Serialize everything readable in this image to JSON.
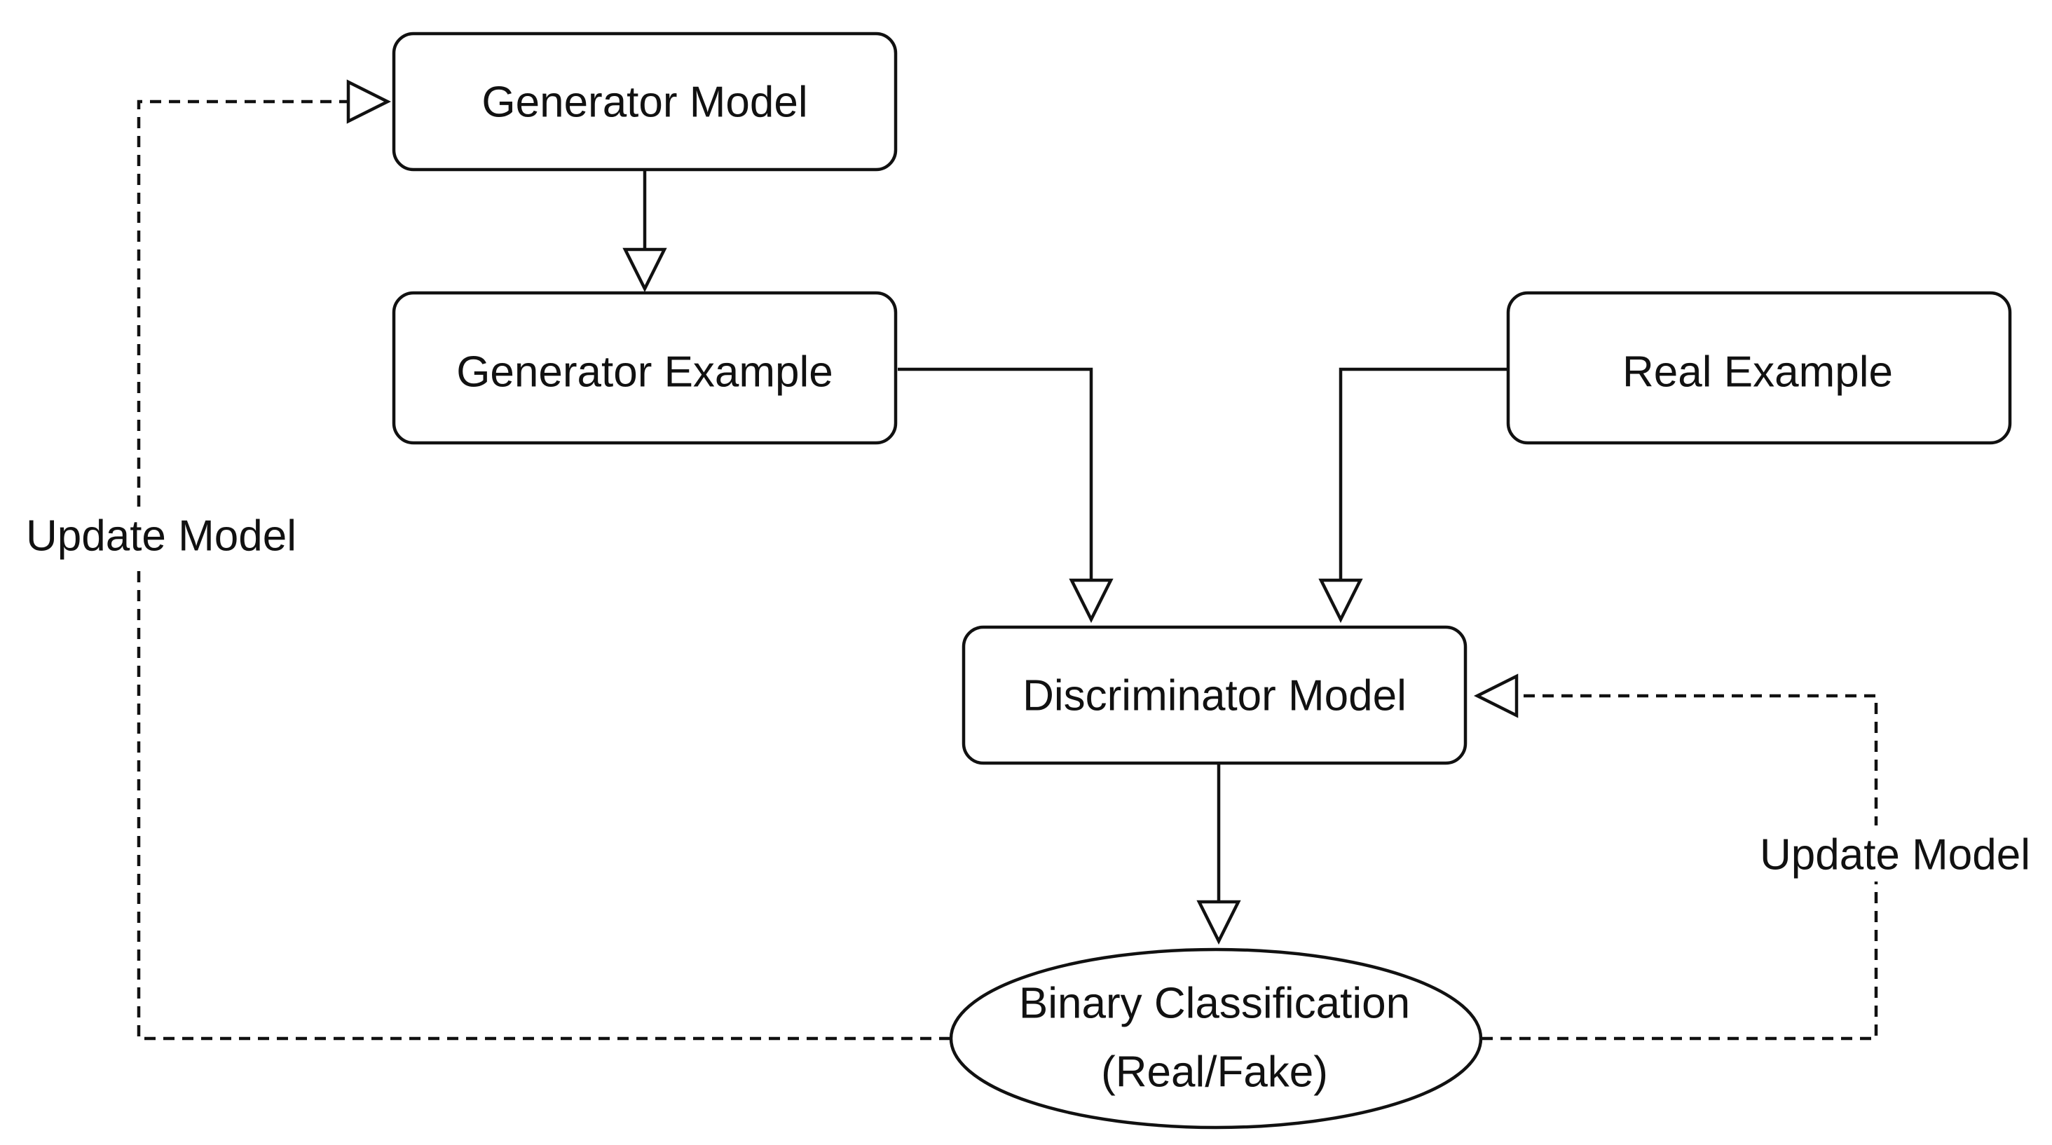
{
  "nodes": {
    "generator_model": "Generator Model",
    "generator_example": "Generator Example",
    "real_example": "Real Example",
    "discriminator_model": "Discriminator Model",
    "binary_classification_line1": "Binary Classification",
    "binary_classification_line2": "(Real/Fake)"
  },
  "edges": {
    "update_generator_label": "Update Model",
    "update_discriminator_label": "Update Model"
  },
  "colors": {
    "stroke": "#111111",
    "background": "#ffffff"
  }
}
